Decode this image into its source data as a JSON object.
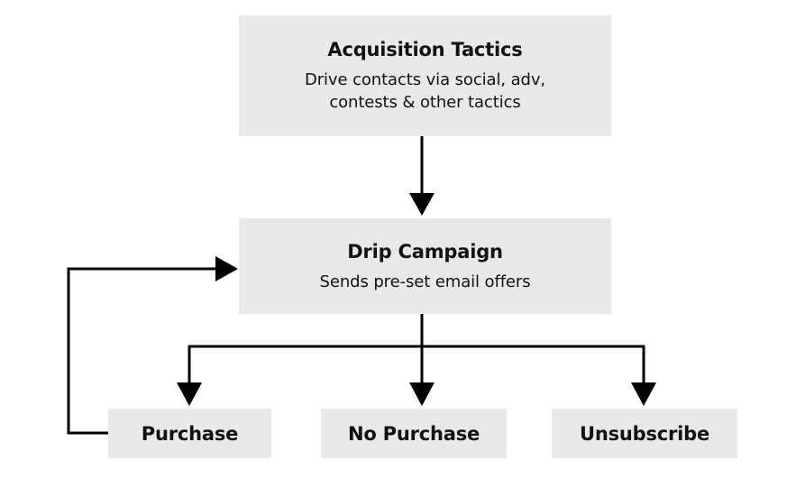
{
  "diagram": {
    "acquisition": {
      "title": "Acquisition Tactics",
      "description_line1": "Drive contacts via social, adv,",
      "description_line2": "contests & other tactics"
    },
    "drip": {
      "title": "Drip Campaign",
      "description": "Sends pre-set email offers"
    },
    "outcomes": {
      "purchase": "Purchase",
      "no_purchase": "No Purchase",
      "unsubscribe": "Unsubscribe"
    }
  },
  "colors": {
    "box_fill": "#e7e9eb",
    "line": "#000000",
    "text": "#111111"
  }
}
